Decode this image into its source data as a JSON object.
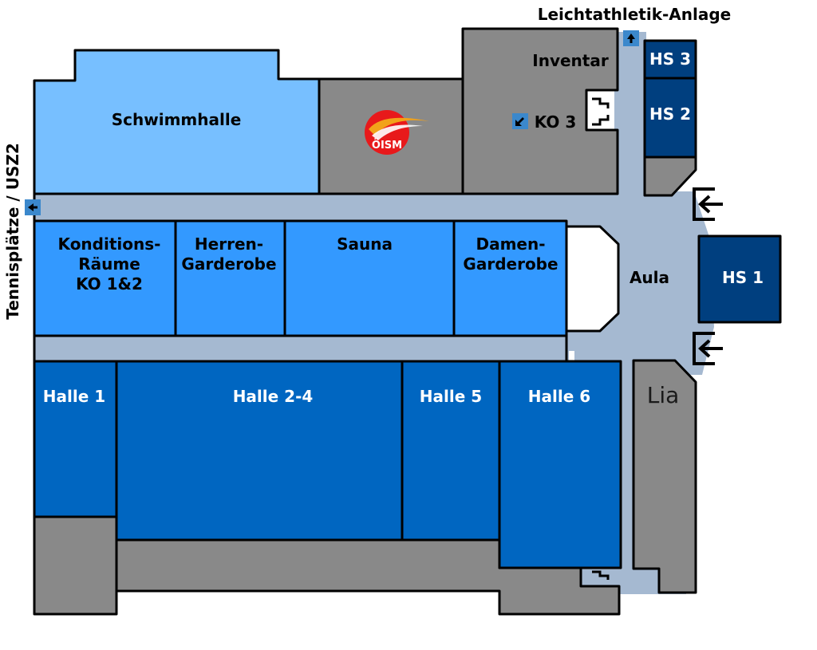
{
  "title": "",
  "colors": {
    "corridor": "#a5b9d1",
    "gray": "#898989",
    "lightblue": "#77bfff",
    "midblue": "#3399ff",
    "blue": "#0066c1",
    "darkblue": "#003f7f",
    "white": "#ffffff",
    "marker": "#3b88cc",
    "logo_red": "#e8191b",
    "logo_orange": "#f2a21a"
  },
  "labels": {
    "leichtathletik": "Leichtathletik-Anlage",
    "tennis": "Tennisplätze / USZ2",
    "inventar": "Inventar",
    "ko3": "KO 3",
    "hs3": "HS 3",
    "hs2": "HS 2",
    "hs1": "HS 1",
    "schwimmhalle": "Schwimmhalle",
    "oism": "ÖISM",
    "konditions_1": "Konditions-",
    "konditions_2": "Räume",
    "konditions_3": "KO 1&2",
    "herren_1": "Herren-",
    "herren_2": "Garderobe",
    "sauna": "Sauna",
    "damen_1": "Damen-",
    "damen_2": "Garderobe",
    "aula": "Aula",
    "halle1": "Halle 1",
    "halle24": "Halle 2-4",
    "halle5": "Halle 5",
    "halle6": "Halle 6",
    "lia": "Lia"
  },
  "icons": {
    "entrance": "entrance-arrow-icon",
    "stairs": "stairs-icon",
    "direction": "direction-arrow-icon",
    "logo": "oism-logo"
  }
}
